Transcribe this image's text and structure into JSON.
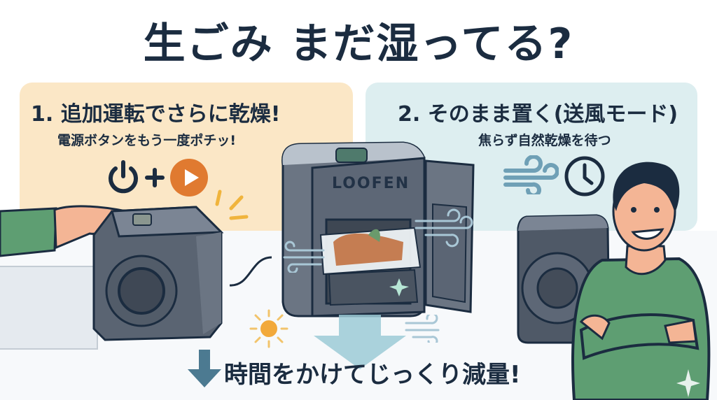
{
  "title": "生ごみ まだ湿ってる?",
  "step1": {
    "title": "1. 追加運転でさらに乾燥!",
    "subtitle": "電源ボタンをもう一度ポチッ!",
    "icons": [
      "power-icon",
      "plus-icon",
      "play-icon"
    ],
    "panel_color": "#fbe7c6"
  },
  "step2": {
    "title": "2. そのまま置く(送風モード)",
    "subtitle": "焦らず自然乾燥を待つ",
    "icons": [
      "wind-icon",
      "clock-icon"
    ],
    "panel_color": "#ddeef0"
  },
  "device": {
    "brand": "LOOFEN"
  },
  "footer": {
    "text": "時間をかけてじっくり減量!"
  },
  "colors": {
    "text": "#1b2c40",
    "accent_orange": "#e07a30",
    "device_gray": "#5f6a78",
    "shirt_green": "#5e9e72",
    "arrow_teal": "#4c7a91"
  }
}
